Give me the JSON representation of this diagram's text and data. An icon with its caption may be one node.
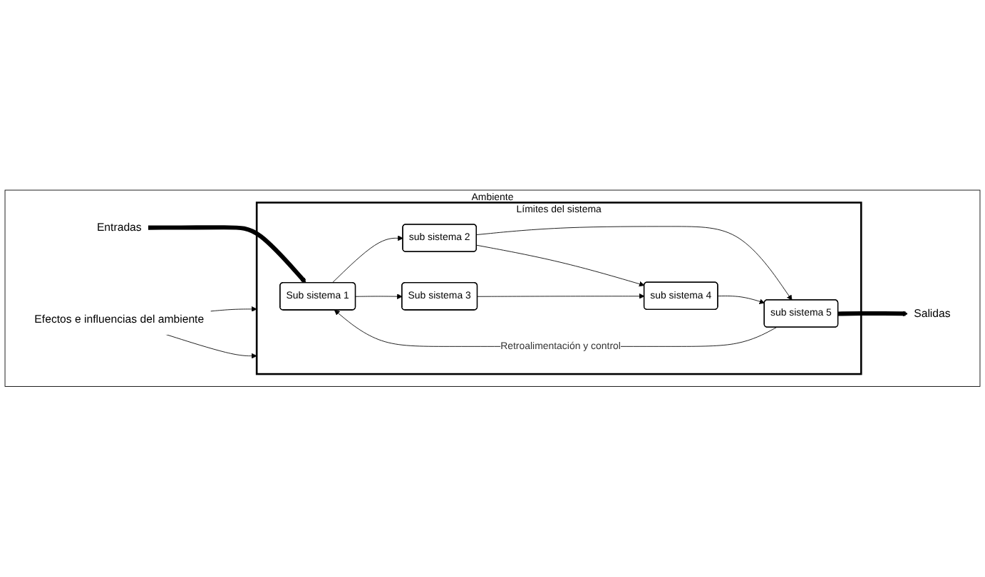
{
  "diagram": {
    "nodes": [
      {
        "text": [
          "Ambiente"
        ]
      },
      {
        "text": [
          "Efectos e influencias del ambiente"
        ],
        "in": 0
      },
      {
        "text": [
          "Límites del sistema"
        ],
        "in": 0
      },
      {
        "text": [
          "Entradas"
        ],
        "in": 0
      },
      {
        "text": [
          "Sub sistema 1"
        ],
        "in": 2
      },
      {
        "text": [
          "sub sistema 2"
        ],
        "in": 2
      },
      {
        "text": [
          "Sub sistema 3"
        ],
        "in": 2
      },
      {
        "text": [
          "sub sistema 4"
        ],
        "in": 2
      },
      {
        "text": [
          "sub sistema 5"
        ],
        "in": 2
      },
      {
        "text": [
          "Salidas"
        ],
        "in": 0
      }
    ],
    "edges": [
      {
        "from": 1,
        "to": 2,
        "arrow": "to"
      },
      {
        "from": 1,
        "to": 2,
        "arrow": "to"
      },
      {
        "from": 3,
        "to": 4,
        "arrow": "to",
        "style": "thick"
      },
      {
        "from": 4,
        "to": 5,
        "arrow": "to"
      },
      {
        "from": 4,
        "to": 6,
        "arrow": "to"
      },
      {
        "from": 5,
        "to": 8,
        "arrow": "to"
      },
      {
        "from": 5,
        "to": 7,
        "arrow": "to"
      },
      {
        "from": 6,
        "to": 7,
        "arrow": "to"
      },
      {
        "from": 7,
        "to": 8,
        "arrow": "to"
      },
      {
        "from": 8,
        "to": 9,
        "arrow": "to",
        "style": "thick"
      },
      {
        "from": 8,
        "to": 4,
        "arrow": "to",
        "label": "Retroalimentación y control"
      }
    ]
  }
}
